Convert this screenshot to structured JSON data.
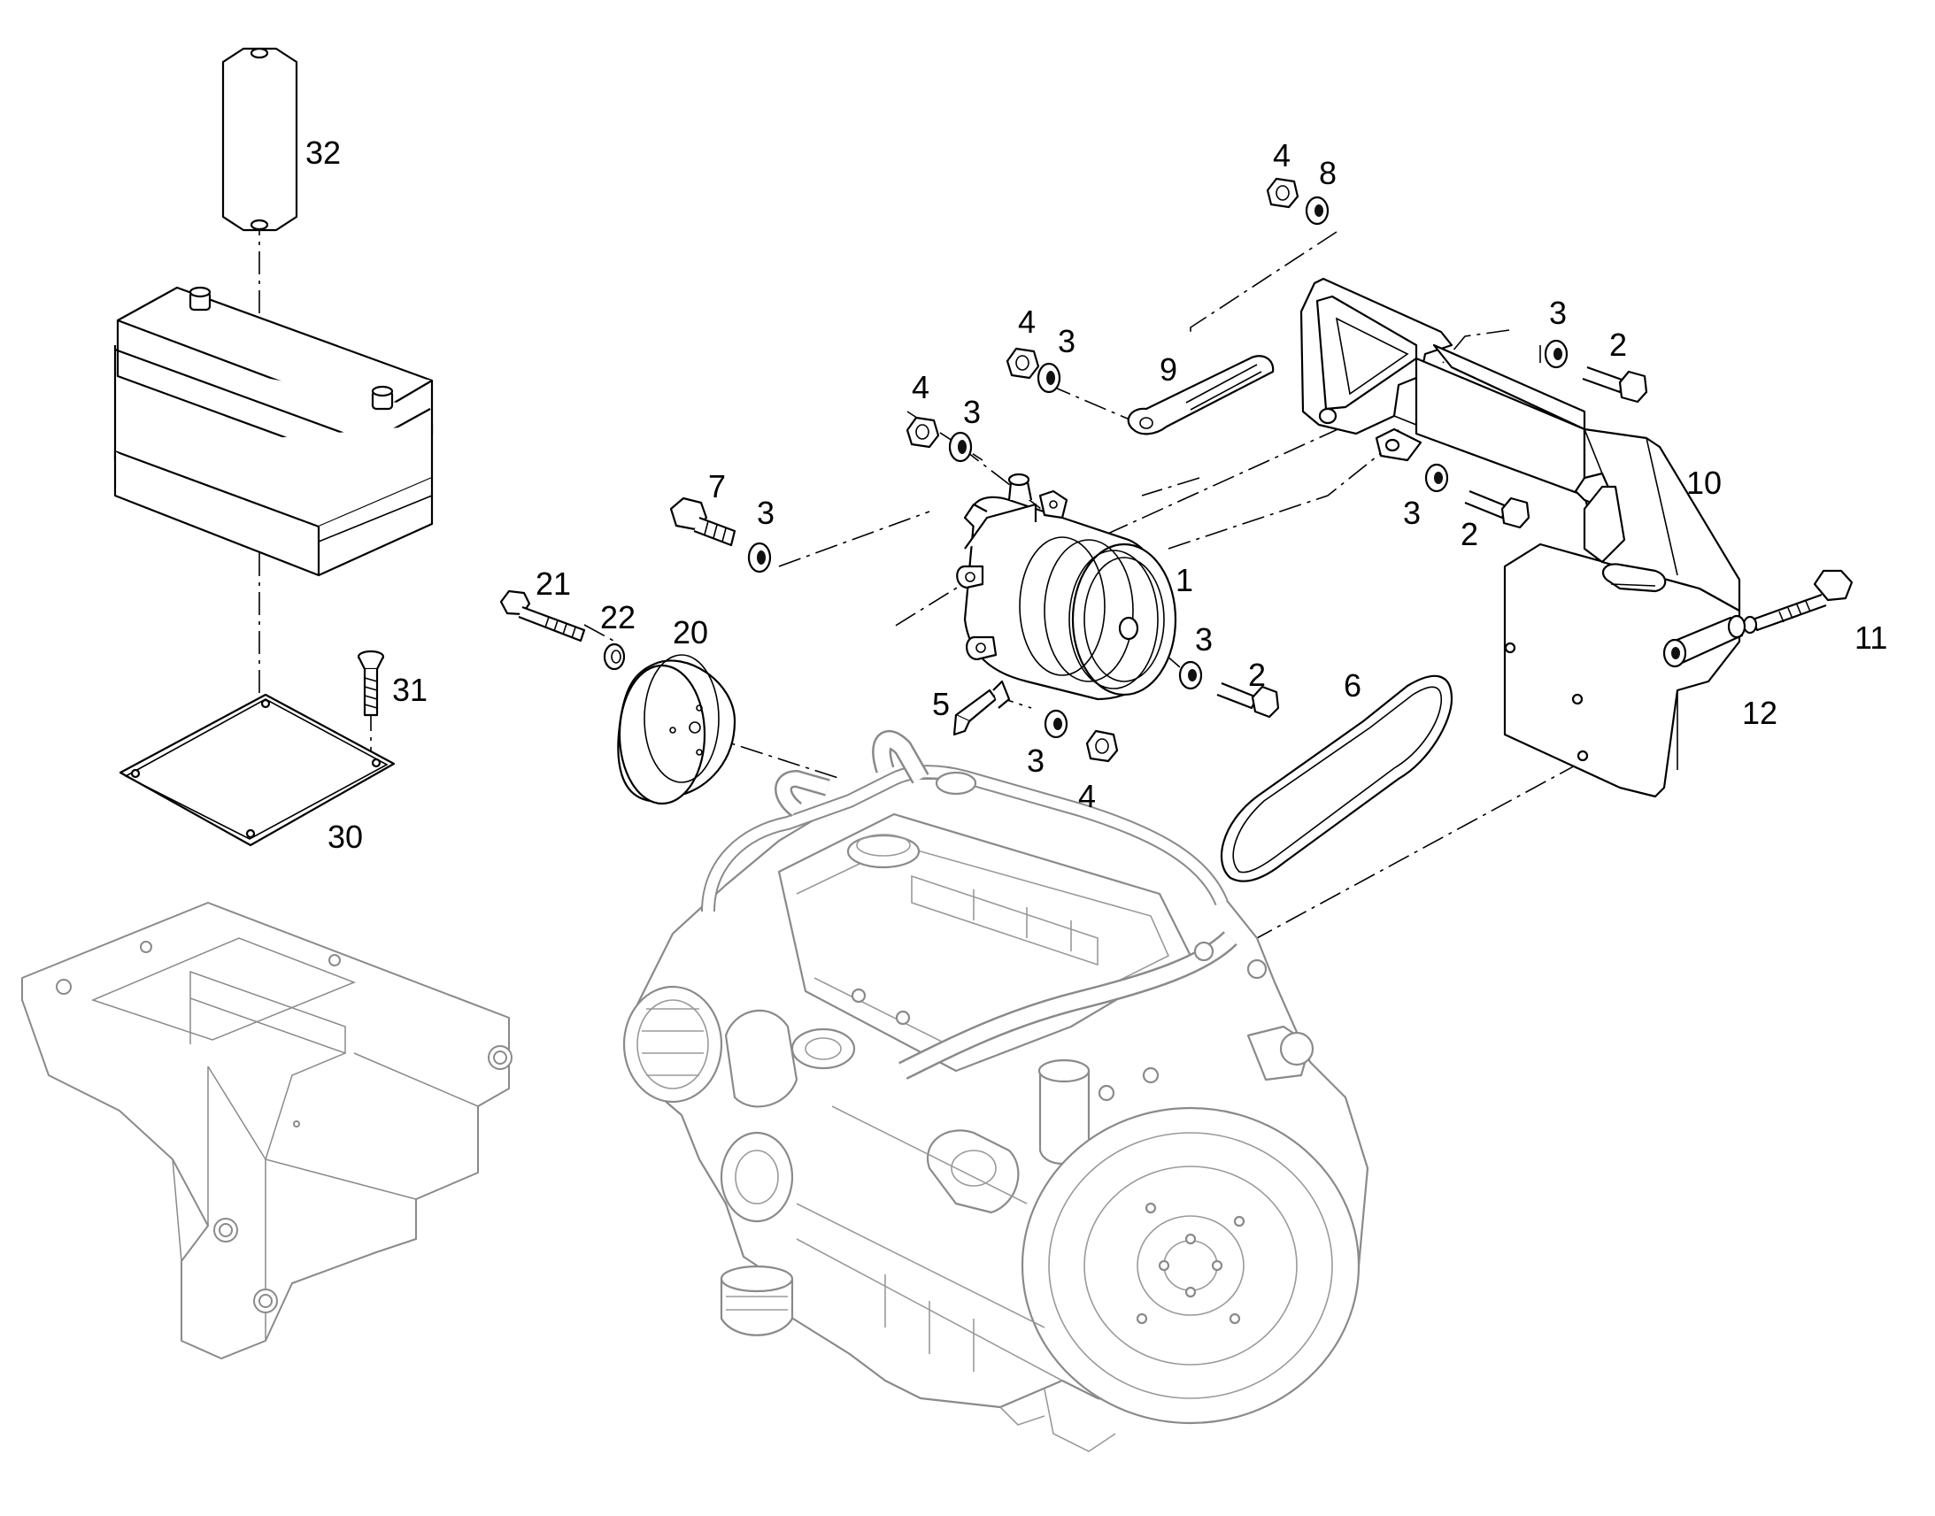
{
  "diagram": {
    "type": "exploded parts diagram",
    "callouts": [
      "1",
      "2",
      "3",
      "4",
      "5",
      "6",
      "7",
      "8",
      "9",
      "10",
      "11",
      "12",
      "20",
      "21",
      "22",
      "30",
      "31",
      "32"
    ],
    "labels": {
      "c1": "1",
      "c2a": "2",
      "c2b": "2",
      "c2c": "2",
      "c3a": "3",
      "c3b": "3",
      "c3c": "3",
      "c3d": "3",
      "c3e": "3",
      "c3f": "3",
      "c3g": "3",
      "c4a": "4",
      "c4b": "4",
      "c4c": "4",
      "c4d": "4",
      "c5": "5",
      "c6": "6",
      "c7": "7",
      "c8": "8",
      "c9": "9",
      "c10": "10",
      "c11": "11",
      "c12": "12",
      "c20": "20",
      "c21": "21",
      "c22": "22",
      "c30": "30",
      "c31": "31",
      "c32": "32"
    }
  }
}
